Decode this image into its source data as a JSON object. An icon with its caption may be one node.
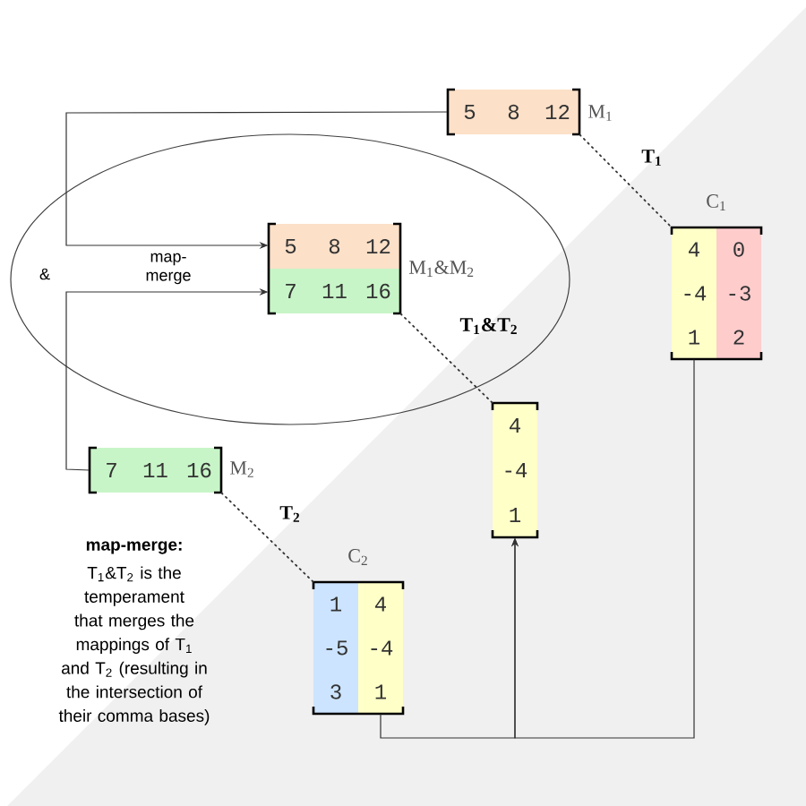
{
  "diagram": {
    "nodes": [
      {
        "text": [
          "&",
          "map-merge"
        ]
      },
      {
        "text": [
          "5",
          "8",
          "12"
        ],
        "beside": [
          "M$_{1}$"
        ]
      },
      {
        "text": [
          "5",
          "8",
          "12",
          "7",
          "11",
          "16"
        ],
        "beside": [
          "M$_{1}$&M$_{2}$"
        ],
        "in": 0
      },
      {
        "text": [
          "4",
          "0",
          "-4",
          "-3",
          "1",
          "2"
        ],
        "beside": [
          "C$_{1}$"
        ]
      },
      {
        "text": [
          "4",
          "-4",
          "1"
        ]
      },
      {
        "text": [
          "7",
          "11",
          "16"
        ],
        "beside": [
          "M$_{2}$"
        ]
      },
      {
        "text": [
          "1",
          "4",
          "-5",
          "-4",
          "3",
          "1"
        ],
        "beside": [
          "C$_{2}$"
        ]
      }
    ],
    "edges": [
      {
        "from": 1,
        "to": 2,
        "arrow": "to"
      },
      {
        "from": 5,
        "to": 2,
        "arrow": "to"
      },
      {
        "from": 1,
        "to": 3,
        "arrow": "none",
        "style": "dashed",
        "label": "T$_{1}$"
      },
      {
        "from": 2,
        "to": 4,
        "arrow": "none",
        "style": "dashed",
        "label": "T$_{1}$&T$_{2}$"
      },
      {
        "from": 5,
        "to": 6,
        "arrow": "none",
        "style": "dashed",
        "label": "T$_{2}$"
      },
      {
        "from": 3,
        "to": 4,
        "arrow": "to"
      },
      {
        "from": 6,
        "to": 4,
        "arrow": "to"
      }
    ],
    "labels": [
      "map-merge:",
      "T$_{1}$&T$_{2}$ is the temperament that merges the mappings of T$_{1}$ and T$_{2}$ (resulting in the intersection of their comma bases)"
    ]
  }
}
